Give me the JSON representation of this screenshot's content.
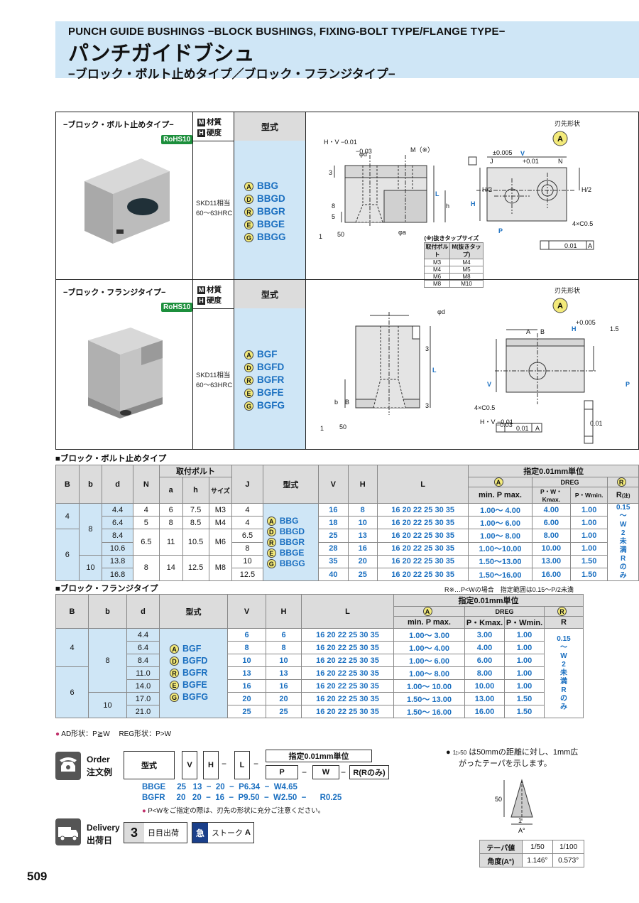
{
  "header": {
    "title_en": "PUNCH GUIDE BUSHINGS −BLOCK BUSHINGS, FIXING-BOLT TYPE/FLANGE TYPE−",
    "title_jp": "パンチガイドブシュ",
    "subtitle_jp": "−ブロック・ボルト止めタイプ／ブロック・フランジタイプ−"
  },
  "panel1": {
    "type_label": "−ブロック・ボルト止めタイプ−",
    "rohs": "RoHS10",
    "material_label": "材質",
    "hardness_label": "硬度",
    "model_header": "型式",
    "material": "SKD11相当",
    "hardness": "60～63HRC",
    "models": [
      {
        "mark": "A",
        "code": "BBG"
      },
      {
        "mark": "D",
        "code": "BBGD"
      },
      {
        "mark": "R",
        "code": "BBGR"
      },
      {
        "mark": "E",
        "code": "BBGE"
      },
      {
        "mark": "G",
        "code": "BBGG"
      }
    ],
    "tip_label": "刃先形状",
    "tip_mark": "A"
  },
  "panel2": {
    "type_label": "−ブロック・フランジタイプ−",
    "rohs": "RoHS10",
    "material_label": "材質",
    "hardness_label": "硬度",
    "model_header": "型式",
    "material": "SKD11相当",
    "hardness": "60～63HRC",
    "models": [
      {
        "mark": "A",
        "code": "BGF"
      },
      {
        "mark": "D",
        "code": "BGFD"
      },
      {
        "mark": "R",
        "code": "BGFR"
      },
      {
        "mark": "E",
        "code": "BGFE"
      },
      {
        "mark": "G",
        "code": "BGFG"
      }
    ],
    "tip_label": "刃先形状",
    "tip_mark": "A"
  },
  "tap_table": {
    "title": "(※)抜きタップサイズ",
    "headers": [
      "取付ボルト",
      "M(抜きタップ)"
    ],
    "rows": [
      [
        "M3",
        "M4"
      ],
      [
        "M4",
        "M5"
      ],
      [
        "M6",
        "M8"
      ],
      [
        "M8",
        "M10"
      ]
    ]
  },
  "table1": {
    "title": "■ブロック・ボルト止めタイプ",
    "h_bolt": "取付ボルト",
    "h_spec": "指定0.01mm単位",
    "cols": [
      "B",
      "b",
      "d",
      "N",
      "a",
      "h",
      "サイズ",
      "J",
      "型式",
      "V",
      "H",
      "L"
    ],
    "h_minp": "min. P max.",
    "h_pw": "P・W・Kmax.",
    "h_pwmin": "P・Wmin.",
    "h_r": "R",
    "h_r_note": "(注)",
    "h_dreg": "DREG",
    "rows": [
      {
        "d": "4.4",
        "N": "4",
        "a": "6",
        "h": "7.5",
        "size": "M3",
        "J": "4",
        "V": "16",
        "H": "8",
        "P": "1.00～ 4.00",
        "K": "4.00",
        "W": "1.00"
      },
      {
        "d": "6.4",
        "N": "5",
        "a": "8",
        "h": "8.5",
        "size": "M4",
        "J": "4",
        "V": "18",
        "H": "10",
        "P": "1.00～ 6.00",
        "K": "6.00",
        "W": "1.00"
      },
      {
        "d": "8.4",
        "N": "6.5",
        "a": "11",
        "h": "10.5",
        "size": "M6",
        "J": "6.5",
        "V": "25",
        "H": "13",
        "P": "1.00～ 8.00",
        "K": "8.00",
        "W": "1.00"
      },
      {
        "d": "10.6",
        "N": "",
        "a": "",
        "h": "",
        "size": "",
        "J": "8",
        "V": "28",
        "H": "16",
        "P": "1.00～10.00",
        "K": "10.00",
        "W": "1.00"
      },
      {
        "d": "13.8",
        "N": "8",
        "a": "14",
        "h": "12.5",
        "size": "M8",
        "J": "10",
        "V": "35",
        "H": "20",
        "P": "1.50～13.00",
        "K": "13.00",
        "W": "1.50"
      },
      {
        "d": "16.8",
        "N": "",
        "a": "",
        "h": "",
        "size": "",
        "J": "12.5",
        "V": "40",
        "H": "25",
        "P": "1.50～16.00",
        "K": "16.00",
        "W": "1.50"
      }
    ],
    "L_values": "16  20  22  25  30  35",
    "B_values": [
      "4",
      "6"
    ],
    "b_values": [
      "8",
      "10"
    ],
    "r_range": "0.15\n～\nW\n2\n未\n満\nR\nの\nみ"
  },
  "table2": {
    "title": "■ブロック・フランジタイプ",
    "note_right": "R※…P<Wの場合　指定範囲は0.15～P/2未満",
    "h_spec": "指定0.01mm単位",
    "cols": [
      "B",
      "b",
      "d",
      "型式",
      "V",
      "H",
      "L"
    ],
    "h_minp": "min. P max.",
    "h_pk": "P・Kmax.",
    "h_pw": "P・Wmin.",
    "h_r": "R",
    "h_dreg": "DREG",
    "rows": [
      {
        "d": "4.4",
        "V": "6",
        "H": "6",
        "P": "1.00～ 3.00",
        "K": "3.00",
        "W": "1.00"
      },
      {
        "d": "6.4",
        "V": "8",
        "H": "8",
        "P": "1.00～ 4.00",
        "K": "4.00",
        "W": "1.00"
      },
      {
        "d": "8.4",
        "V": "10",
        "H": "10",
        "P": "1.00～ 6.00",
        "K": "6.00",
        "W": "1.00"
      },
      {
        "d": "11.0",
        "V": "13",
        "H": "13",
        "P": "1.00～ 8.00",
        "K": "8.00",
        "W": "1.00"
      },
      {
        "d": "14.0",
        "V": "16",
        "H": "16",
        "P": "1.00～ 10.00",
        "K": "10.00",
        "W": "1.00"
      },
      {
        "d": "17.0",
        "V": "20",
        "H": "20",
        "P": "1.50～ 13.00",
        "K": "13.00",
        "W": "1.50"
      },
      {
        "d": "21.0",
        "V": "25",
        "H": "25",
        "P": "1.50～ 16.00",
        "K": "16.00",
        "W": "1.50"
      }
    ],
    "L_values": "16  20  22  25  30  35",
    "B_values": [
      "4",
      "6"
    ],
    "b_values": [
      "8",
      "10"
    ],
    "r_range": "0.15\n～\nW\n2\n未\n満\nR\nの\nみ",
    "footnote": "AD形状：P≧W　 REG形状：P>W"
  },
  "order": {
    "label_en": "Order",
    "label_jp": "注文例",
    "h_model": "型式",
    "h_v": "V",
    "h_h": "H",
    "h_l": "L",
    "h_spec": "指定0.01mm単位",
    "h_p": "P",
    "h_w": "W",
    "h_r": "R(Rのみ)",
    "ex1": "BBGE     25   13  −  20  −  P6.34  −  W4.65",
    "ex2": "BGFR     20   20  −  16  −  P9.50  −  W2.50  −      R0.25",
    "note": "P<Wをご指定の際は、刃先の形状に充分ご注意ください。"
  },
  "taper": {
    "note1": "は50mmの距離に対し、1mm広",
    "note2": "がったテーパを示します。",
    "h_taper": "テーパ値",
    "h_angle": "角度(A°)",
    "v1": "1/50",
    "v2": "1/100",
    "a1": "1.146°",
    "a2": "0.573°"
  },
  "delivery": {
    "label_en": "Delivery",
    "label_jp": "出荷日",
    "days": "3",
    "days_label": "日目出荷",
    "stock_label": "ストーク",
    "stock_mark": "A"
  },
  "page_number": "509",
  "colors": {
    "accent_blue": "#1a6fc0",
    "header_bg": "#cfe6f6",
    "rohs_green": "#1c8f3c",
    "mark_yellow": "#f3ea7a"
  }
}
